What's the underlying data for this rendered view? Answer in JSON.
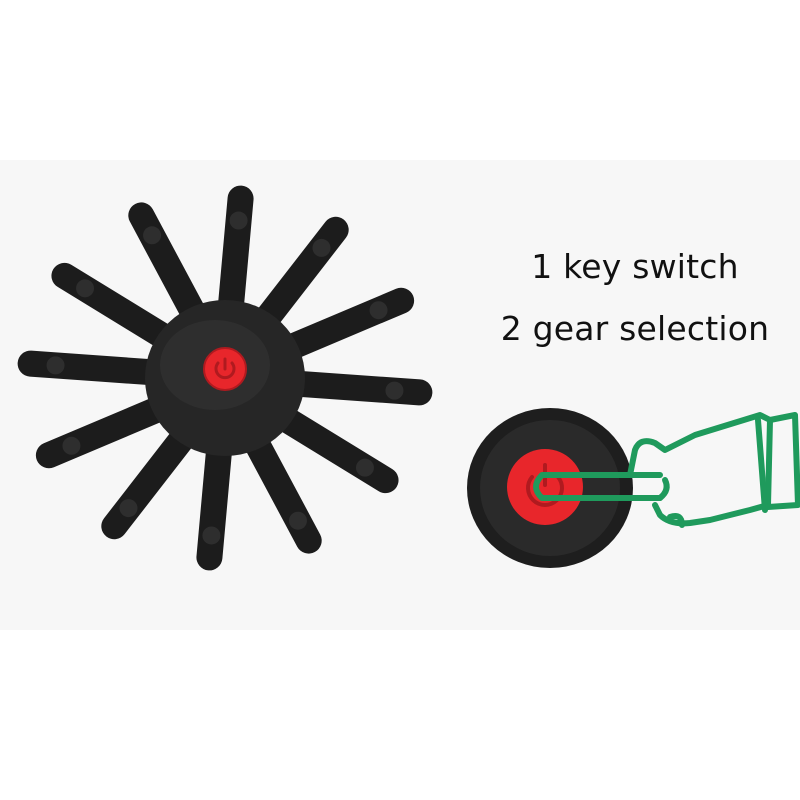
{
  "caption": {
    "line1": "1 key switch",
    "line2": "2 gear selection"
  },
  "product": {
    "body_color": "#1c1c1c",
    "button_color": "#e8262b",
    "arm_count": 12
  },
  "illustration": {
    "hand_icon": "pointing-hand-icon",
    "hand_color": "#1f9a5c"
  }
}
